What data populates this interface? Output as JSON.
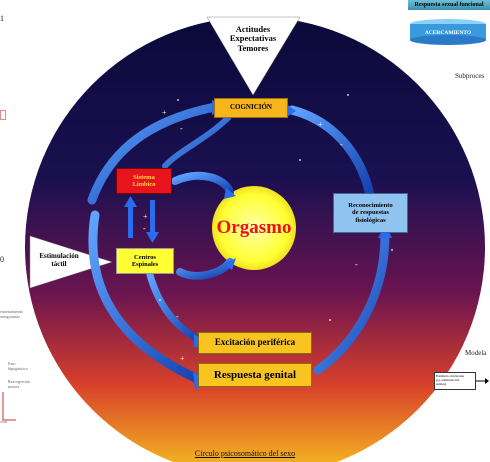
{
  "diagram": {
    "triangle_top": {
      "line1": "Actitudes",
      "line2": "Expectativas",
      "line3": "Temores"
    },
    "cognicion": "COGNICIÓN",
    "sistema_limbico": {
      "line1": "Sistema",
      "line2": "Límbico"
    },
    "centros_espinales": {
      "line1": "Centros",
      "line2": "Espinales"
    },
    "orgasmo": "Orgasmo",
    "reconocimiento": {
      "line1": "Reconocimiento",
      "line2": "de respuestas",
      "line3": "fisiológicas"
    },
    "estimulacion": {
      "line1": "Estimulación",
      "line2": "táctil"
    },
    "excitacion": "Excitación periférica",
    "respuesta_genital": "Respuesta genital",
    "caption": "Circulo psicosomático del sexo",
    "signs": {
      "plus": "+",
      "minus": "-"
    }
  },
  "edges": {
    "left_top_mark": "1",
    "left_mid_mark": "0",
    "right_top_box_line1": "Respuesta sexual funcional",
    "right_top_box_line2": "ACERCAMIENTO",
    "right_subproc": "Subproces",
    "right_modela": "Modela",
    "right_small_box_line1": "Estímulo obicinante",
    "right_small_box_line2": "(ej. estimulación",
    "right_small_box_line3": "sutiles)",
    "left_small_1": "entrenamiento",
    "left_small_2": "antagonistas",
    "left_small_3": "Paso",
    "left_small_4": "hipogástrico",
    "left_small_5": "Reacogerción",
    "left_small_6": "motora",
    "left_small_7": "ción"
  },
  "colors": {
    "cognicion_fill": "#f7b51c",
    "limbico_fill": "#e8141c",
    "centros_fill": "#ffff33",
    "reconocimiento_fill": "#8fc3f0",
    "orgasmo_text": "#e8141c",
    "orgasmo_fill": "#ffff44",
    "arrow_blue": "#1e5ed8"
  }
}
